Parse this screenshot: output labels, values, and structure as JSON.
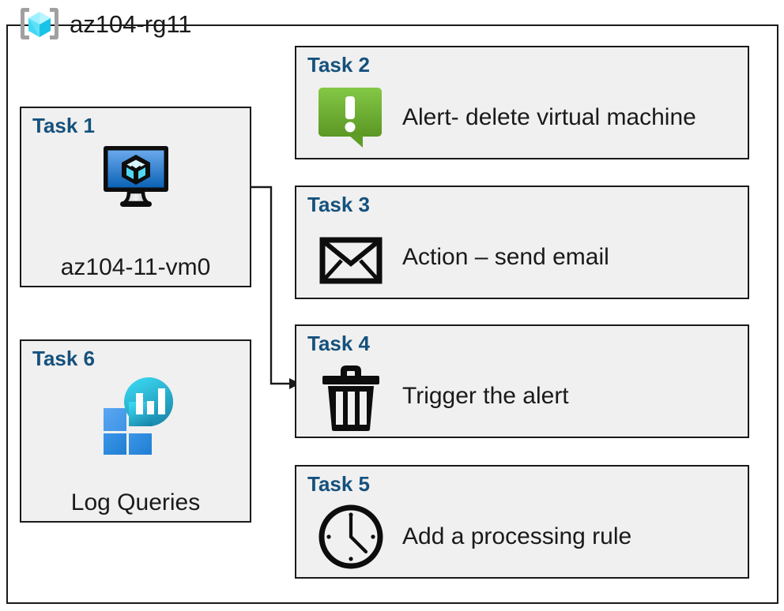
{
  "resource_group": {
    "name": "az104-rg11",
    "icon": "resource-group-cube-icon"
  },
  "colors": {
    "card_background": "#f0f0f0",
    "card_border": "#1a1a1a",
    "task_label": "#15517d",
    "caption_text": "#1a1a1a",
    "alert_green_light": "#7cc043",
    "alert_green_dark": "#5d9a26",
    "vm_screen_light": "#63a3e8",
    "vm_screen_dark": "#0f68bd",
    "log_analytics_cyan": "#32d0ef",
    "log_analytics_teal": "#1b8fb3",
    "log_analytics_blue_light": "#4d9ff0",
    "log_analytics_blue_dark": "#2585da",
    "rg_icon_cube": "#50e6ff",
    "rg_icon_bracket": "#a0a0a0"
  },
  "tasks": [
    {
      "id": "task-1",
      "label": "Task 1",
      "caption": "az104-11-vm0",
      "icon": "virtual-machine-monitor-icon",
      "layout": "vertical"
    },
    {
      "id": "task-2",
      "label": "Task 2",
      "caption": "Alert- delete virtual machine",
      "icon": "alert-exclamation-bubble-icon",
      "layout": "horizontal"
    },
    {
      "id": "task-3",
      "label": "Task 3",
      "caption": "Action – send email",
      "icon": "envelope-mail-icon",
      "layout": "horizontal"
    },
    {
      "id": "task-4",
      "label": "Task 4",
      "caption": "Trigger the alert",
      "icon": "trash-can-icon",
      "layout": "horizontal"
    },
    {
      "id": "task-5",
      "label": "Task 5",
      "caption": "Add a processing rule",
      "icon": "clock-icon",
      "layout": "horizontal"
    },
    {
      "id": "task-6",
      "label": "Task 6",
      "caption": "Log Queries",
      "icon": "log-analytics-icon",
      "layout": "vertical"
    }
  ],
  "connectors": [
    {
      "id": "vm-to-task4",
      "from": "task-1",
      "to": "task-4",
      "arrow": "arrowhead-right"
    }
  ]
}
